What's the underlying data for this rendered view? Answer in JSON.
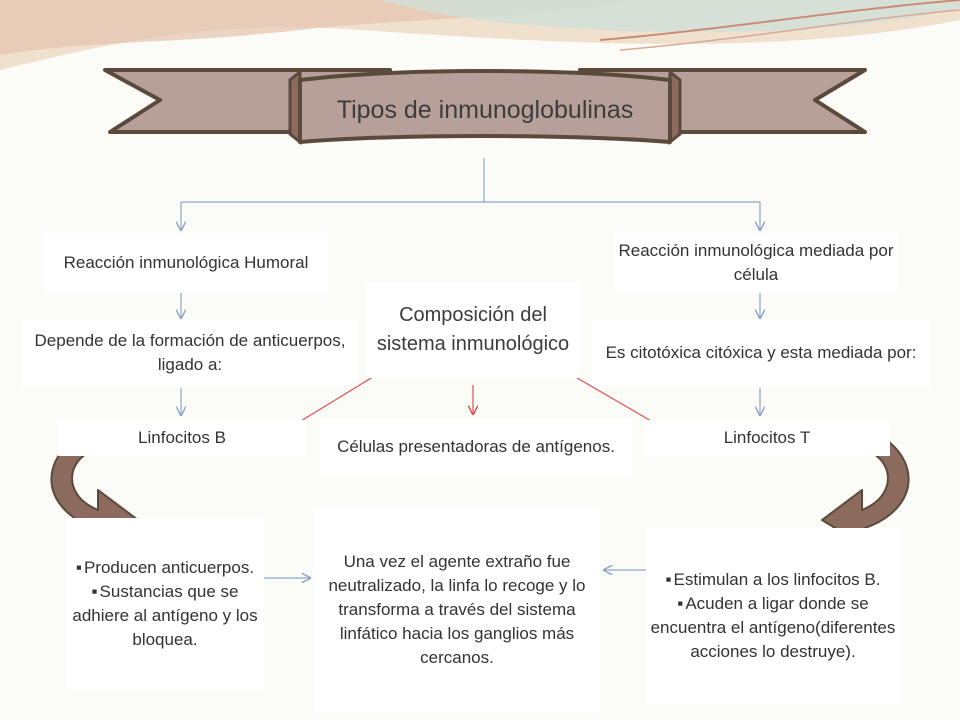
{
  "title": "Tipos de inmunoglobulinas",
  "nodes": {
    "humoral": "Reacción inmunológica Humoral",
    "celular": "Reacción inmunológica mediada por célula",
    "composicion": "Composición del sistema inmunológico",
    "depende": "Depende de la formación de anticuerpos, ligado a:",
    "citotoxica": "Es citotóxica citóxica y esta mediada por:",
    "linfocitos_b": "Linfocitos B",
    "celulas_presentadoras": "Células presentadoras de antígenos.",
    "linfocitos_t": "Linfocitos T",
    "linfa": "Una vez el agente extraño fue neutralizado, la linfa lo recoge y lo transforma a través del sistema linfático hacia los ganglios más cercanos."
  },
  "bullets_b": [
    "Producen anticuerpos.",
    "Sustancias que se adhiere al antígeno y los bloquea."
  ],
  "bullets_t": [
    "Estimulan a los linfocitos B.",
    "Acuden a ligar donde se encuentra el antígeno(diferentes acciones lo destruye)."
  ],
  "colors": {
    "banner_fill": "#b8a09a",
    "banner_stroke": "#5b4a3c",
    "connector_blue": "#8ea5c8",
    "connector_red": "#e05050",
    "curved_arrow": "#8c6b5e"
  }
}
